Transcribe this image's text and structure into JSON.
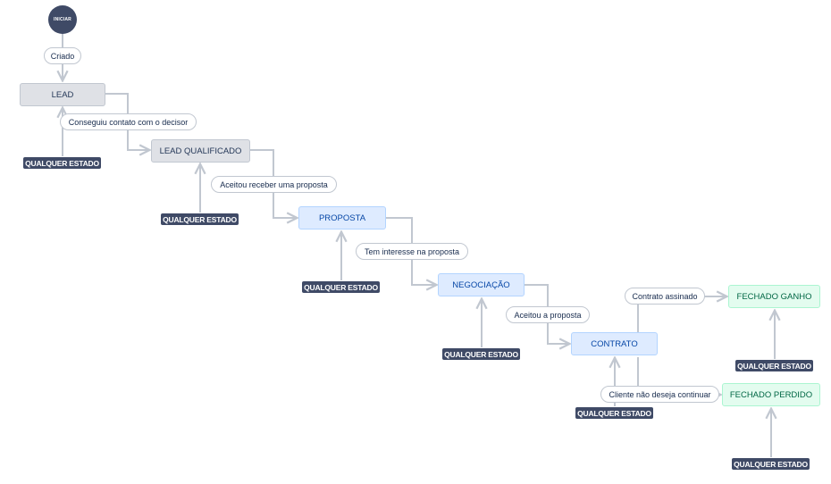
{
  "start": {
    "label": "INICIAR"
  },
  "statuses": {
    "lead": "LEAD",
    "lead_qualificado": "LEAD QUALIFICADO",
    "proposta": "PROPOSTA",
    "negociacao": "NEGOCIAÇÃO",
    "contrato": "CONTRATO",
    "fechado_ganho": "FECHADO GANHO",
    "fechado_perdido": "FECHADO PERDIDO"
  },
  "transitions": {
    "criado": "Criado",
    "conseguiu_contato": "Conseguiu contato com o decisor",
    "aceitou_receber": "Aceitou receber uma proposta",
    "tem_interesse": "Tem interesse na proposta",
    "aceitou_proposta": "Aceitou a proposta",
    "contrato_assinado": "Contrato assinado",
    "cliente_nao_deseja": "Cliente não deseja continuar"
  },
  "any_status_label": "QUALQUER ESTADO",
  "colors": {
    "start_fill": "#3f4a66",
    "todo_fill": "#dfe1e6",
    "in_progress_fill": "#deebff",
    "done_fill": "#e3fcef",
    "connector": "#c1c7d0"
  }
}
